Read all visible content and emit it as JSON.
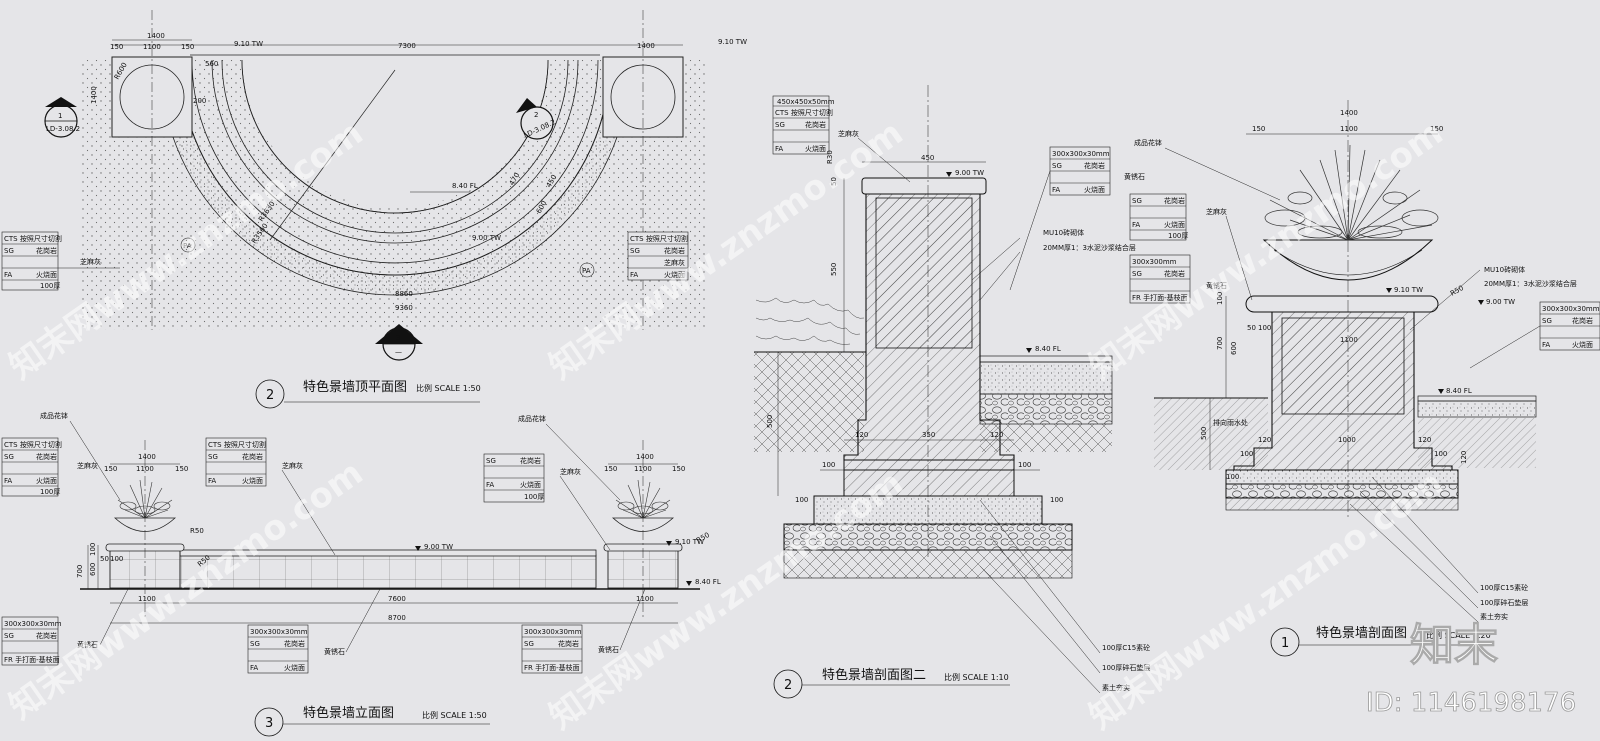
{
  "plan": {
    "title_no": "2",
    "title": "特色景墙顶平面图",
    "scale": "比例 SCALE 1:50",
    "dims": {
      "d1400a": "1400",
      "d150a": "150",
      "d1100a": "1100",
      "d150b": "150",
      "d7300": "7300",
      "d1400b": "1400",
      "d560": "560",
      "d200": "200",
      "d1400v": "1400",
      "d600": "R600",
      "d8860": "8860",
      "d9360": "9360",
      "d470": "470",
      "d450": "450",
      "d600b": "600",
      "r3560": "R3560",
      "r3630": "R3630"
    },
    "levels": {
      "tw1": "9.10 TW",
      "tw2": "9.10 TW",
      "fl": "8.40 FL",
      "tw3": "9.00 TW"
    },
    "marker1": {
      "num": "1",
      "ref": "LD-3.08.2"
    },
    "marker2": {
      "num": "2",
      "ref": "LD-3.08.2"
    },
    "marker3": {
      "num": "3",
      "ref": "—"
    },
    "pa1": "PA",
    "pa2": "PA",
    "left_table": [
      [
        "CTS 按照尺寸切割",
        ""
      ],
      [
        "SG",
        "花岗岩"
      ],
      [
        "",
        ""
      ],
      [
        "FA",
        "火烧面"
      ],
      [
        "",
        "100厚"
      ]
    ],
    "left_label": "芝麻灰",
    "right_table": [
      [
        "CTS 按照尺寸切割",
        ""
      ],
      [
        "SG",
        "花岗岩"
      ],
      [
        "",
        "芝麻灰"
      ],
      [
        "FA",
        "火烧面"
      ]
    ]
  },
  "elev": {
    "title_no": "3",
    "title": "特色景墙立面图",
    "scale": "比例 SCALE 1:50",
    "pot_label_l": "成品花钵",
    "pot_label_r": "成品花钵",
    "dims": {
      "d1400l": "1400",
      "d150l": "150",
      "d1100l": "1100",
      "d150l2": "150",
      "d1400r": "1400",
      "d150r": "150",
      "d1100r": "1100",
      "d150r2": "150",
      "d7600": "7600",
      "d8700": "8700",
      "d1100a": "1100",
      "d1100b": "1100",
      "d700": "700",
      "d600": "600",
      "d100": "100",
      "d50": "50",
      "d100b": "100",
      "r50a": "R50",
      "r50b": "R50",
      "r50c": "R50"
    },
    "levels": {
      "tw": "9.00 TW",
      "tw2": "9.10 TW",
      "fl": "8.40 FL"
    },
    "t1": [
      [
        "CTS 按照尺寸切割",
        ""
      ],
      [
        "SG",
        "花岗岩"
      ],
      [
        "",
        ""
      ],
      [
        "FA",
        "火烧面"
      ],
      [
        "",
        "100厚"
      ]
    ],
    "t1_label": "芝麻灰",
    "t2": [
      [
        "CTS 按照尺寸切割",
        ""
      ],
      [
        "SG",
        "花岗岩"
      ],
      [
        "",
        ""
      ],
      [
        "FA",
        "火烧面"
      ]
    ],
    "t2_label": "芝麻灰",
    "t3": [
      [
        "SG",
        "花岗岩"
      ],
      [
        "",
        ""
      ],
      [
        "FA",
        "火烧面"
      ],
      [
        "",
        "100厚"
      ]
    ],
    "t3_label": "芝麻灰",
    "b1": [
      [
        "300x300x30mm",
        ""
      ],
      [
        "SG",
        "花岗岩"
      ],
      [
        "",
        ""
      ],
      [
        "FR 手打面-基枝面",
        ""
      ]
    ],
    "b1_label": "黄锈石",
    "b2": [
      [
        "300x300x30mm",
        ""
      ],
      [
        "SG",
        "花岗岩"
      ],
      [
        "",
        ""
      ],
      [
        "FA",
        "火烧面"
      ]
    ],
    "b2_label": "黄锈石",
    "b3": [
      [
        "300x300x30mm",
        ""
      ],
      [
        "SG",
        "花岗岩"
      ],
      [
        "",
        ""
      ],
      [
        "FR 手打面-基枝面",
        ""
      ]
    ],
    "b3_label": "黄锈石"
  },
  "sec2": {
    "title_no": "2",
    "title": "特色景墙剖面图二",
    "scale": "比例 SCALE 1:10",
    "top_table": [
      [
        "450x450x50mm",
        ""
      ],
      [
        "CTS 按照尺寸切割",
        ""
      ],
      [
        "SG",
        "花岗岩"
      ],
      [
        "FA",
        "火烧面"
      ]
    ],
    "top_label": "芝麻灰",
    "r30": "R30",
    "right_table": [
      [
        "300x300x30mm",
        ""
      ],
      [
        "SG",
        "花岗岩"
      ],
      [
        "",
        ""
      ],
      [
        "FA",
        "火烧面"
      ]
    ],
    "right_label": "黄锈石",
    "notes": [
      "MU10砖砌体",
      "20MM厚1：3水泥沙浆结合层"
    ],
    "bottom_notes": [
      "100厚C15素砼",
      "100厚碎石垫层",
      "素土夯实"
    ],
    "levels": {
      "tw": "9.00 TW",
      "fl": "8.40 FL"
    },
    "dims": {
      "d450": "450",
      "d50": "50",
      "d550": "550",
      "d500": "500",
      "d120a": "120",
      "d350": "350",
      "d120b": "120",
      "d100a": "100",
      "d100b": "100",
      "d100c": "100",
      "d100d": "100"
    }
  },
  "sec1": {
    "title_no": "1",
    "title": "特色景墙剖面图",
    "scale": "比例 SCALE 1:20",
    "pot_label": "成品花钵",
    "dims": {
      "d1400": "1400",
      "d150a": "150",
      "d1100": "1100",
      "d150b": "150",
      "d700": "700",
      "d600": "600",
      "d50": "50",
      "d100": "100",
      "d1100b": "1100",
      "d500": "500",
      "d1000": "1000",
      "d120a": "120",
      "d120b": "120",
      "d100b": "100",
      "d100c": "100",
      "d100d": "100",
      "d100e": "100",
      "r50": "R50",
      "d120c": "120"
    },
    "t1": [
      [
        "SG",
        "花岗岩"
      ],
      [
        "",
        ""
      ],
      [
        "FA",
        "火烧面"
      ],
      [
        "",
        "100厚"
      ]
    ],
    "t1_label": "芝麻灰",
    "t2": [
      [
        "300x300mm",
        ""
      ],
      [
        "SG",
        "花岗岩"
      ],
      [
        "",
        ""
      ],
      [
        "FR 手打面-基枝面",
        ""
      ]
    ],
    "t2_label": "黄锈石",
    "t3": [
      [
        "300x300x30mm",
        ""
      ],
      [
        "SG",
        "花岗岩"
      ],
      [
        "",
        ""
      ],
      [
        "FA",
        "火烧面"
      ]
    ],
    "notes": [
      "MU10砖砌体",
      "20MM厚1：3水泥沙浆结合层"
    ],
    "bottom_notes": [
      "100厚C15素砼",
      "100厚碎石垫层",
      "素土夯实"
    ],
    "drain": "排向雨水处",
    "levels": {
      "tw": "9.10 TW",
      "tw2": "9.00 TW",
      "fl": "8.40 FL"
    }
  },
  "watermark": {
    "text": "知末网www.znzmo.com",
    "brand": "知末",
    "id": "ID: 1146198176"
  }
}
